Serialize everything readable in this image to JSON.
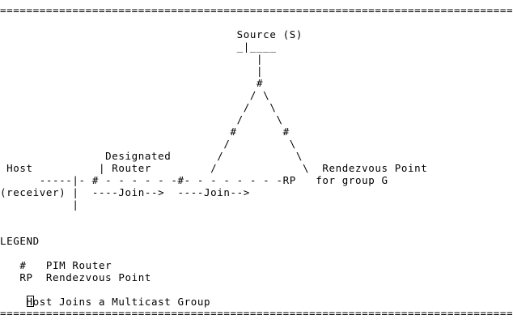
{
  "diagram": {
    "lines": [
      "==============================================================================",
      "",
      "",
      "                                    Source (S)",
      "                                    _|____",
      "                                       |",
      "                                       |",
      "                                       #",
      "                                      / \\",
      "                                     /   \\",
      "                                    /     \\",
      "                                   #       #",
      "                                  /         \\",
      "                Designated       /           \\",
      " Host          | Router         /             \\  Rendezvous Point",
      "      -----|- # - - - - - -#- - - - - - - -RP   for group G",
      "(receiver) |  ----Join-->  ----Join-->",
      "           |",
      "",
      "",
      "LEGEND",
      "",
      "   #   PIM Router",
      "   RP  Rendezvous Point",
      "",
      "    Host Joins a Multicast Group",
      "=============================================================================="
    ]
  }
}
